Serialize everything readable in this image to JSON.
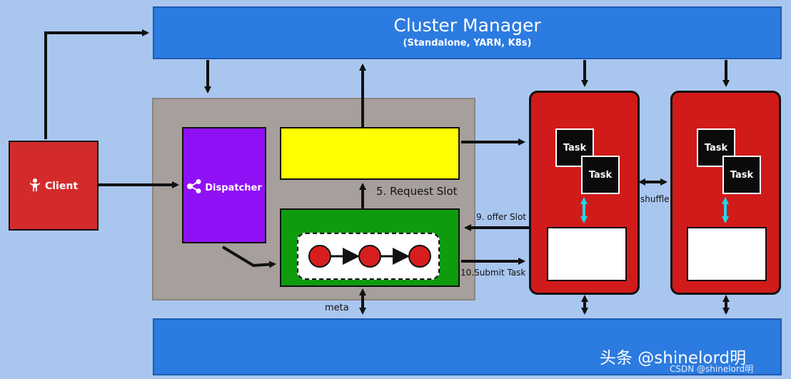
{
  "cluster_manager": {
    "title": "Cluster Manager",
    "subtitle": "(Standalone, YARN, K8s)"
  },
  "client": {
    "label": "Client",
    "icon": "person-icon"
  },
  "dispatcher": {
    "label": "Dispatcher",
    "icon": "share-icon"
  },
  "task_managers": [
    {
      "tasks": [
        "Task",
        "Task"
      ]
    },
    {
      "tasks": [
        "Task",
        "Task"
      ]
    }
  ],
  "labels": {
    "request_slot": "5. Request Slot",
    "offer_slot": "9. offer Slot",
    "submit_task": "10.Submit Task",
    "shuffle": "shuffle",
    "meta": "meta"
  },
  "watermark": {
    "main": "头条 @shinelord明",
    "sub": "CSDN @shinelord明"
  },
  "colors": {
    "background": "#a9c6ef",
    "cluster_manager": "#2c7be0",
    "client": "#d32b2b",
    "dispatcher": "#9010f5",
    "yellow_block": "#ffff00",
    "green_block": "#0e9b0e",
    "task_manager": "#d11a1a",
    "double_arrow": "#23d5e6"
  }
}
